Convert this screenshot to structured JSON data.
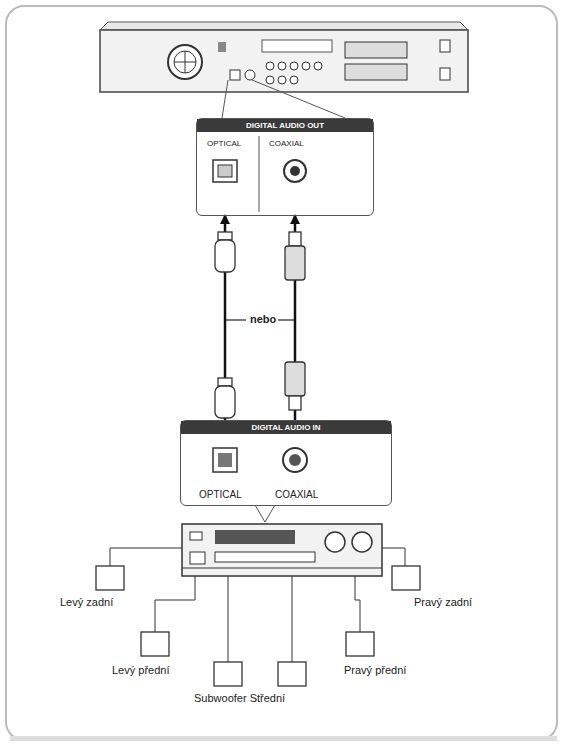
{
  "diagram": {
    "nodes": [
      {
        "text": [
          "DIGITAL AUDIO OUT",
          "OPTICAL",
          "COAXIAL"
        ]
      },
      {
        "text": [
          "DIGITAL AUDIO IN",
          "OPTICAL",
          "COAXIAL"
        ]
      }
    ],
    "edges": [
      {
        "from": 1,
        "to": 0,
        "arrow": "to"
      },
      {
        "from": 1,
        "to": 0,
        "arrow": "to"
      }
    ],
    "labels": [
      "nebo",
      "Levý zadní",
      "Pravý zadní",
      "Levý přední",
      "Subwoofer Střední",
      "Pravý přední"
    ]
  }
}
